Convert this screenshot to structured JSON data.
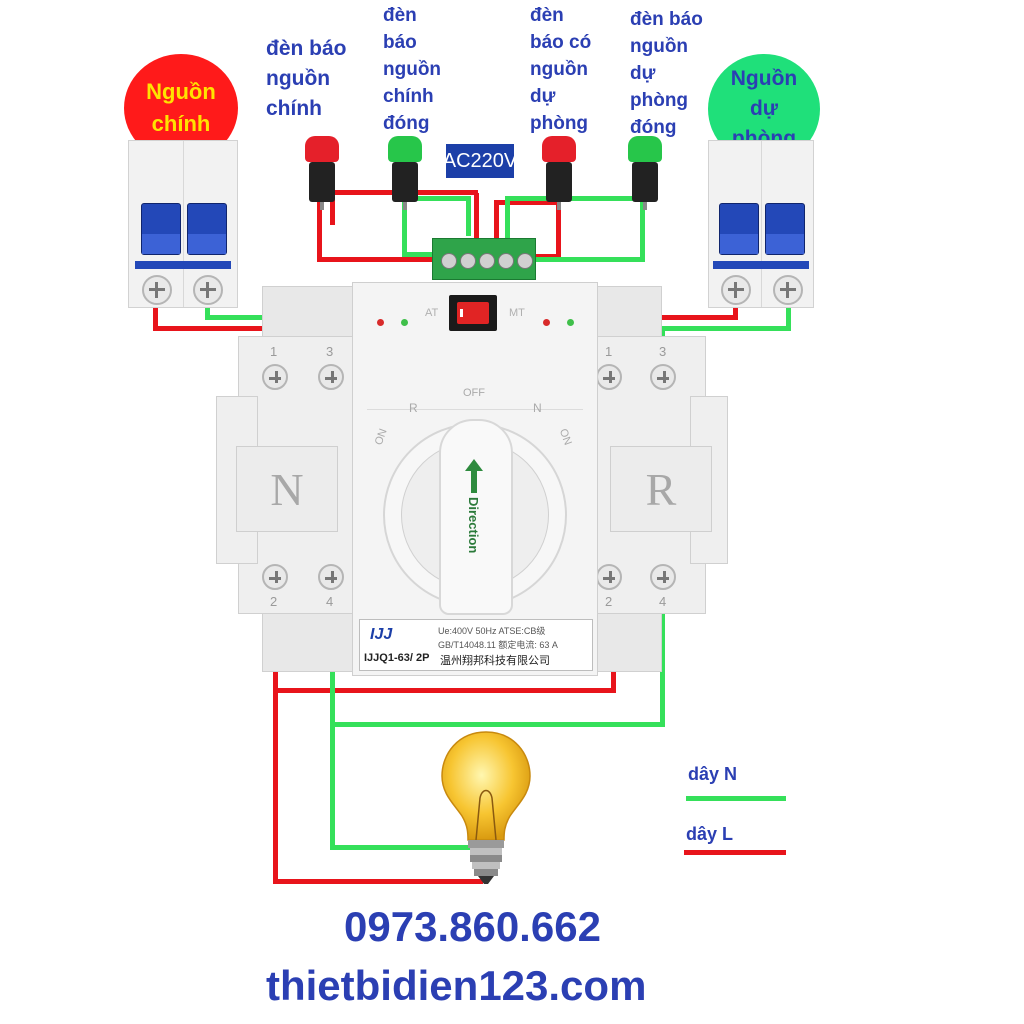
{
  "sources": {
    "main": {
      "label": "Nguồn chính",
      "line1": "Nguồn",
      "line2": "chính",
      "color": "#ff1a1a",
      "text_color": "#ffe300"
    },
    "backup": {
      "label": "Nguồn dự phòng",
      "line1": "Nguồn",
      "line2": "dự",
      "line3": "phòng",
      "color": "#1fe07a",
      "text_color": "#2b3fb3"
    }
  },
  "lamp_labels": {
    "main_source": {
      "l1": "đèn báo",
      "l2": "nguồn",
      "l3": "chính"
    },
    "main_closed": {
      "l1": "đèn",
      "l2": "báo",
      "l3": "nguồn",
      "l4": "chính",
      "l5": "đóng"
    },
    "backup_source": {
      "l1": "đèn",
      "l2": "báo có",
      "l3": "nguồn",
      "l4": "dự",
      "l5": "phòng"
    },
    "backup_closed": {
      "l1": "đèn báo",
      "l2": "nguồn",
      "l3": "dự",
      "l4": "phòng",
      "l5": "đóng"
    }
  },
  "voltage_label": "AC220V",
  "ats": {
    "left_letter": "N",
    "right_letter": "R",
    "top_terminals_left": [
      "1",
      "3"
    ],
    "top_terminals_right": [
      "1",
      "3"
    ],
    "bottom_terminals_left": [
      "2",
      "4"
    ],
    "bottom_terminals_right": [
      "2",
      "4"
    ],
    "direction_text": "Direction",
    "off_text": "OFF",
    "on_text": "ON",
    "switch_marks": {
      "left": "R",
      "right": "N"
    },
    "brand": "IJJ",
    "model": "IJJQ1-63/ 2P",
    "rating_line1": "Ue:400V  50Hz   ATSE:CB级",
    "rating_line2": "GB/T14048.11  额定电流:     63   A",
    "maker": "温州翔邦科技有限公司",
    "panel_left": "AT",
    "panel_right": "MT"
  },
  "legend": {
    "neutral": {
      "label": "dây N",
      "color": "#35e05a"
    },
    "live": {
      "label": "dây L",
      "color": "#e8141b"
    }
  },
  "footer": {
    "phone": "0973.860.662",
    "website": "thietbidien123.com"
  },
  "colors": {
    "text_blue": "#2b3fb3",
    "wire_red": "#e8141b",
    "wire_green": "#35e05a",
    "handle_blue": "#2348b8"
  }
}
